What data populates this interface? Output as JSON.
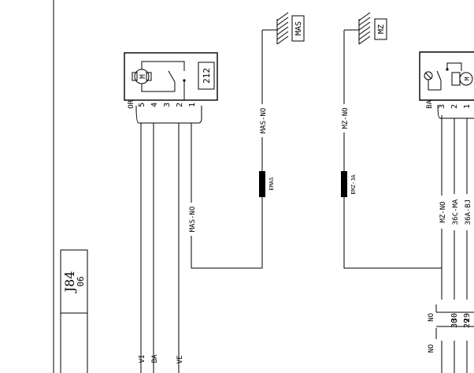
{
  "title_block": {
    "code": "J84",
    "sheet": "06"
  },
  "grounds": [
    {
      "label": "MAS"
    },
    {
      "label": "MZ"
    }
  ],
  "components": [
    {
      "number": "212",
      "connector_color": "OR",
      "pins": [
        "5",
        "4",
        "3",
        "2",
        "1"
      ]
    },
    {
      "connector_color": "BA",
      "pins": [
        "3",
        "2",
        "1"
      ]
    }
  ],
  "splices": [
    {
      "label": "EMAS"
    },
    {
      "label": "EMZ-3A"
    }
  ],
  "wires": {
    "mas_no": "MAS-NO",
    "mz_no": "MZ-NO",
    "vi": "VI",
    "ba": "BA",
    "ve": "VE",
    "c36c_ma": "36C-MA",
    "c36a_bj": "36A-BJ",
    "no": "NO"
  },
  "connector": {
    "color": "NO",
    "top_pins": [
      "30",
      "29"
    ],
    "bottom_pins": [
      "30",
      "29"
    ]
  }
}
